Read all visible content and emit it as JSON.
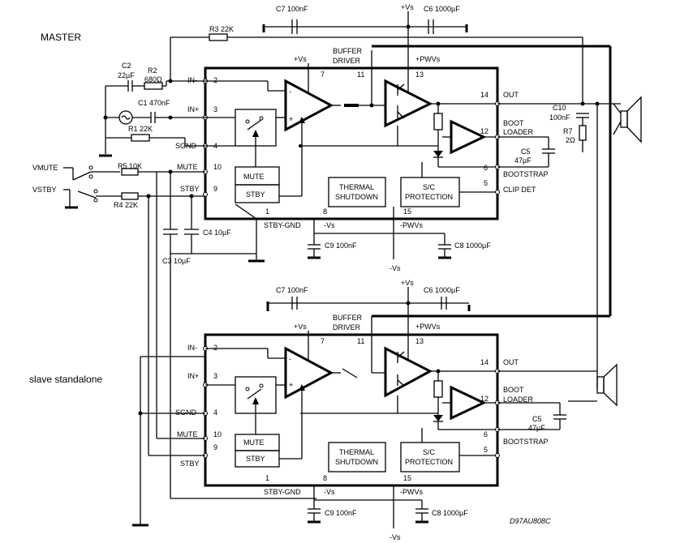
{
  "labels": {
    "master": "MASTER",
    "slave": "slave standalone",
    "code": "D97AU808C",
    "c7": "C7 100nF",
    "vs_top": "+Vs",
    "c6": "C6 1000µF",
    "r3": "R3 22K",
    "buffer1": "BUFFER",
    "buffer2": "DRIVER",
    "plus_vs": "+Vs",
    "plus_pwvs": "+PWVs",
    "c2": "C2",
    "c2v": "22µF",
    "r2": "R2",
    "r2v": "680Ω",
    "in_minus": "IN-",
    "in_plus": "IN+",
    "sgnd": "SGND",
    "c1": "C1 470nF",
    "r1": "R1 22K",
    "vmute": "VMUTE",
    "vstby": "VSTBY",
    "r5": "R5 10K",
    "r4": "R4 22K",
    "mute": "MUTE",
    "stby": "STBY",
    "thermal1": "THERMAL",
    "thermal2": "SHUTDOWN",
    "sc1": "S/C",
    "sc2": "PROTECTION",
    "out": "OUT",
    "boot1": "BOOT",
    "boot2": "LOADER",
    "bootstrap": "BOOTSTRAP",
    "clipdet": "CLIP DET",
    "c10": "C10",
    "c10v": "100nF",
    "r7": "R7",
    "r7v": "2Ω",
    "c5": "C5",
    "c5v": "47µF",
    "stby_gnd": "STBY-GND",
    "minus_vs": "-Vs",
    "minus_pwvs": "-PWVs",
    "c9": "C9 100nF",
    "c8": "C8 1000µF",
    "c3": "C3 10µF",
    "c4": "C4 10µF",
    "vs_bottom": "-Vs",
    "p2": "2",
    "p3": "3",
    "p4": "4",
    "p10": "10",
    "p9": "9",
    "p1": "1",
    "p7": "7",
    "p11": "11",
    "p13": "13",
    "p14": "14",
    "p12": "12",
    "p6": "6",
    "p5": "5",
    "p8": "8",
    "p15": "15"
  }
}
